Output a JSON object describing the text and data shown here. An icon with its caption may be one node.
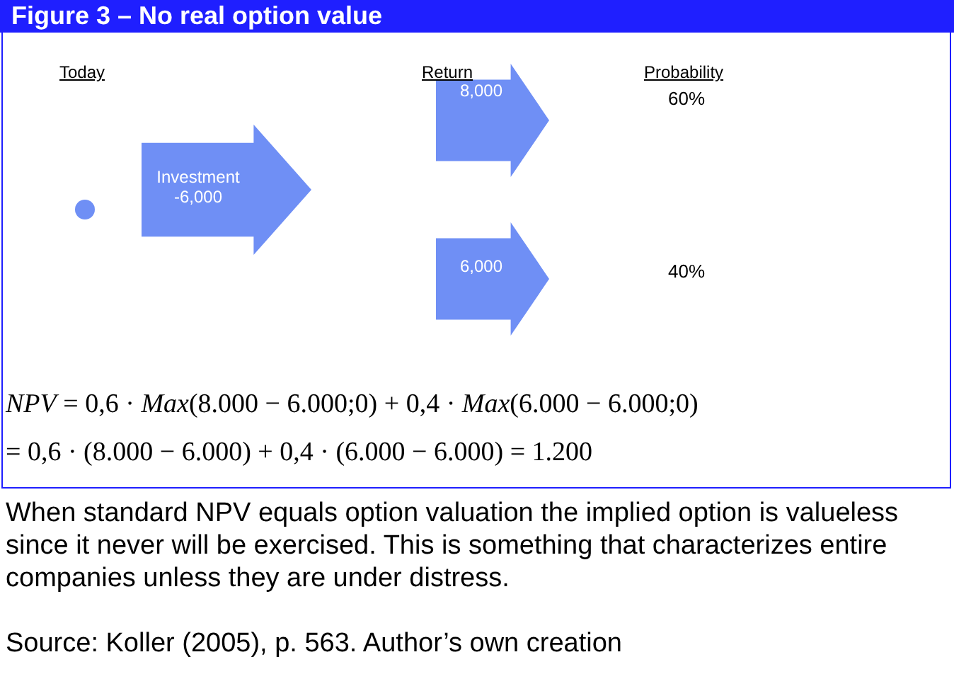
{
  "diagram": {
    "title": "Figure 3 – No real option value",
    "caption": "When standard NPV equals option valuation the implied option is valueless since it never will be exercised. This is something that characterizes entire companies unless they are under distress.",
    "nodes": [
      {
        "text": [],
        "shape": "circle"
      },
      {
        "text": [
          "Investment -6,000"
        ]
      },
      {
        "text": [
          "8,000"
        ]
      },
      {
        "text": [
          "6,000"
        ]
      }
    ],
    "edges": [],
    "labels": [
      "Today",
      "Return",
      "Probability",
      "60%",
      "40%",
      "*NPV* = 0,6 · *Max*(8.000 − 6.000;0) + 0,4 · *Max*(6.000 − 6.000;0)",
      "= 0,6 · (8.000 − 6.000) + 0,4 · (6.000 − 6.000) = 1.200",
      "Source: Koller (2005), p. 563. Author’s own creation"
    ]
  }
}
